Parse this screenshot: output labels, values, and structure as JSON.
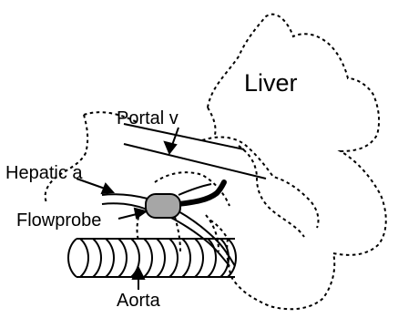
{
  "labels": {
    "liver": "Liver",
    "portal_vein": "Portal v",
    "hepatic_artery": "Hepatic a",
    "flowprobe": "Flowprobe",
    "aorta": "Aorta"
  },
  "colors": {
    "ink": "#000000",
    "probe_fill": "#a6a6a6",
    "background": "#ffffff"
  }
}
